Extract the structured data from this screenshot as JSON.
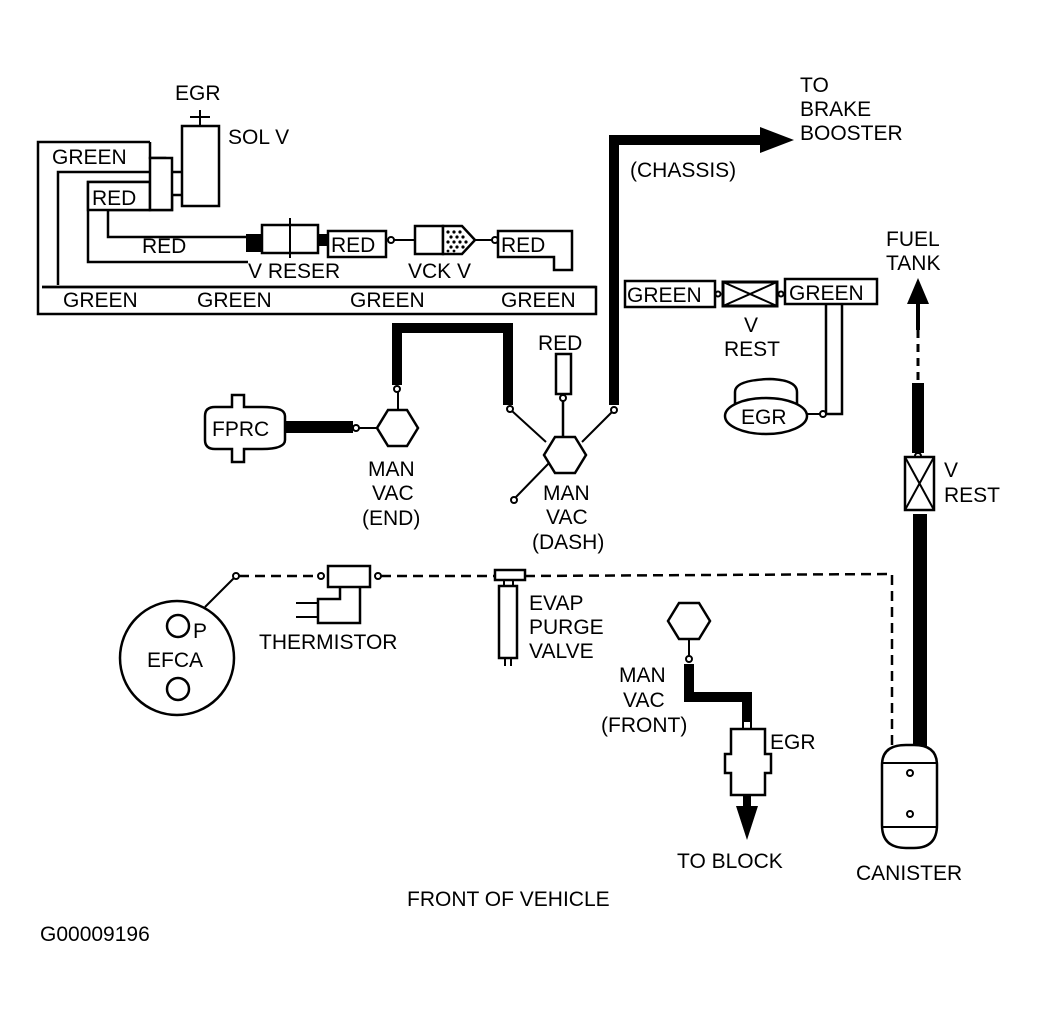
{
  "diagram": {
    "title": "Vacuum Hose Routing Diagram",
    "figure_id": "G00009196",
    "orientation_label": "FRONT OF VEHICLE",
    "colors": {
      "line": "#000000",
      "background": "#ffffff"
    },
    "labels": {
      "egr_sol_top": "EGR",
      "sol_v": "SOL V",
      "green_tag_top": "GREEN",
      "red_tag_inner": "RED",
      "red_hose": "RED",
      "v_reser": "V RESER",
      "red_tag_reser": "RED",
      "vck_v": "VCK V",
      "red_tag_vck": "RED",
      "green_bottom_1": "GREEN",
      "green_bottom_2": "GREEN",
      "green_bottom_3": "GREEN",
      "green_bottom_4": "GREEN",
      "to_brake": "TO",
      "brake": "BRAKE",
      "booster": "BOOSTER",
      "chassis": "(CHASSIS)",
      "fuel": "FUEL",
      "tank": "TANK",
      "green_vrest_left": "GREEN",
      "green_vrest_right": "GREEN",
      "v_rest_top_v": "V",
      "v_rest_top_rest": "REST",
      "egr_valve_right": "EGR",
      "red_dash": "RED",
      "fprc": "FPRC",
      "man_vac_end_1": "MAN",
      "man_vac_end_2": "VAC",
      "man_vac_end_3": "(END)",
      "man_vac_dash_1": "MAN",
      "man_vac_dash_2": "VAC",
      "man_vac_dash_3": "(DASH)",
      "v_rest_canister_v": "V",
      "v_rest_canister_rest": "REST",
      "efca_p": "P",
      "efca": "EFCA",
      "thermistor": "THERMISTOR",
      "evap_1": "EVAP",
      "evap_2": "PURGE",
      "evap_3": "VALVE",
      "man_vac_front_1": "MAN",
      "man_vac_front_2": "VAC",
      "man_vac_front_3": "(FRONT)",
      "egr_front": "EGR",
      "to_block": "TO BLOCK",
      "canister": "CANISTER"
    }
  }
}
